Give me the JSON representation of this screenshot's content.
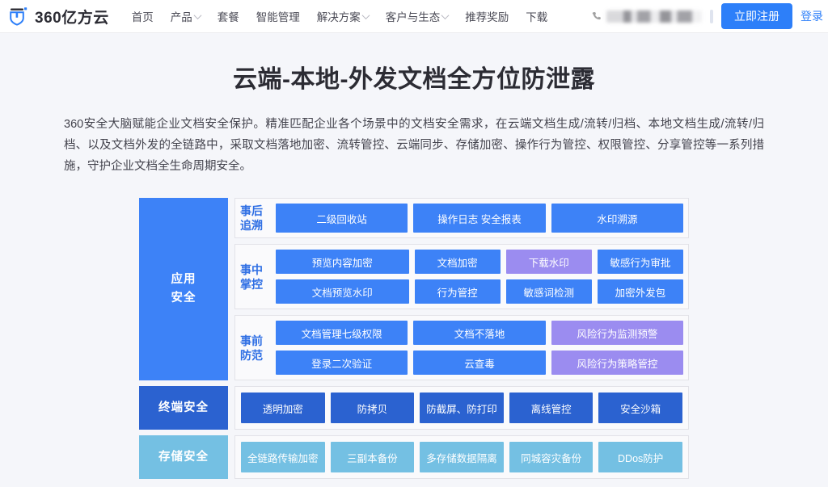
{
  "navbar": {
    "logo_icon": "shield-logo-icon",
    "brand": "360亿方云",
    "links": [
      {
        "label": "首页",
        "caret": false
      },
      {
        "label": "产品",
        "caret": true
      },
      {
        "label": "套餐",
        "caret": false
      },
      {
        "label": "智能管理",
        "caret": false
      },
      {
        "label": "解决方案",
        "caret": true
      },
      {
        "label": "客户与生态",
        "caret": true
      },
      {
        "label": "推荐奖励",
        "caret": false
      },
      {
        "label": "下载",
        "caret": false
      }
    ],
    "phone_icon": "phone-icon",
    "phone_number": "",
    "register_label": "立即注册",
    "login_label": "登录"
  },
  "hero": {
    "title": "云端-本地-外发文档全方位防泄露",
    "description": "360安全大脑赋能企业文档安全保护。精准匹配企业各个场景中的文档安全需求，在云端文档生成/流转/归档、本地文档生成/流转/归档、以及文档外发的全链路中，采取文档落地加密、流转管控、云端同步、存储加密、操作行为管控、权限管控、分享管控等一系列措施，守护企业文档全生命周期安全。"
  },
  "colors": {
    "brand_blue": "#3d82f7",
    "dark_blue": "#2b62d0",
    "light_blue": "#74c0e3",
    "purple": "#9b8cf0",
    "panel_border": "#e2e2e8",
    "page_bg": "#f5f6fa",
    "title_blue": "#2f6fe4"
  },
  "diagram": {
    "rows": [
      {
        "side_label": "应用\n安全",
        "side_style": "blue",
        "panels": [
          {
            "title": "事后\n追溯",
            "cell_rows": [
              [
                {
                  "label": "二级回收站",
                  "style": "blue"
                },
                {
                  "label": "操作日志   安全报表",
                  "style": "blue"
                },
                {
                  "label": "水印溯源",
                  "style": "blue"
                }
              ]
            ]
          },
          {
            "title": "事中\n掌控",
            "cell_rows": [
              [
                {
                  "label": "预览内容加密",
                  "style": "blue",
                  "wide": true
                },
                {
                  "label": "文档加密",
                  "style": "blue"
                },
                {
                  "label": "下载水印",
                  "style": "purple"
                },
                {
                  "label": "敏感行为审批",
                  "style": "blue"
                }
              ],
              [
                {
                  "label": "文档预览水印",
                  "style": "blue",
                  "wide": true
                },
                {
                  "label": "行为管控",
                  "style": "blue"
                },
                {
                  "label": "敏感词检测",
                  "style": "blue"
                },
                {
                  "label": "加密外发包",
                  "style": "blue"
                }
              ]
            ]
          },
          {
            "title": "事前\n防范",
            "cell_rows": [
              [
                {
                  "label": "文档管理七级权限",
                  "style": "blue"
                },
                {
                  "label": "文档不落地",
                  "style": "blue"
                },
                {
                  "label": "风险行为监测预警",
                  "style": "purple"
                }
              ],
              [
                {
                  "label": "登录二次验证",
                  "style": "blue"
                },
                {
                  "label": "云查毒",
                  "style": "blue"
                },
                {
                  "label": "风险行为策略管控",
                  "style": "purple"
                }
              ]
            ]
          }
        ]
      },
      {
        "side_label": "终端安全",
        "side_style": "dark",
        "flat_cells": [
          {
            "label": "透明加密",
            "style": "dark"
          },
          {
            "label": "防拷贝",
            "style": "dark"
          },
          {
            "label": "防截屏、防打印",
            "style": "dark"
          },
          {
            "label": "离线管控",
            "style": "dark"
          },
          {
            "label": "安全沙箱",
            "style": "dark"
          }
        ]
      },
      {
        "side_label": "存储安全",
        "side_style": "light",
        "flat_cells": [
          {
            "label": "全链路传输加密",
            "style": "light"
          },
          {
            "label": "三副本备份",
            "style": "light"
          },
          {
            "label": "多存储数据隔离",
            "style": "light"
          },
          {
            "label": "同城容灾备份",
            "style": "light"
          },
          {
            "label": "DDos防护",
            "style": "light"
          }
        ]
      }
    ]
  }
}
